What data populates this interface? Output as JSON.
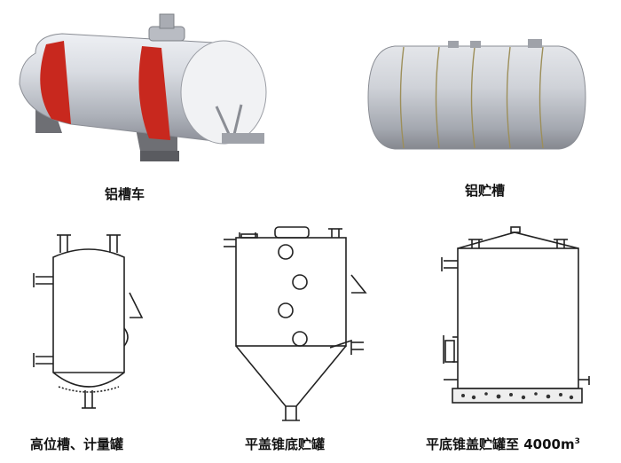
{
  "captions": {
    "aluminum_tanker": "铝槽车",
    "aluminum_storage_tank": "铝贮槽",
    "head_measuring_tank": "高位槽、计量罐",
    "flat_lid_cone_bottom_tank": "平盖锥底贮罐",
    "flat_bottom_cone_lid_tank_prefix": "平底锥盖贮罐至 4000m",
    "flat_bottom_cone_lid_tank_sup": "3"
  },
  "colors": {
    "tank_steel": "#c9ccd3",
    "strap_red": "#c8281e",
    "stand_gray": "#6e6f74",
    "line": "#222222"
  }
}
